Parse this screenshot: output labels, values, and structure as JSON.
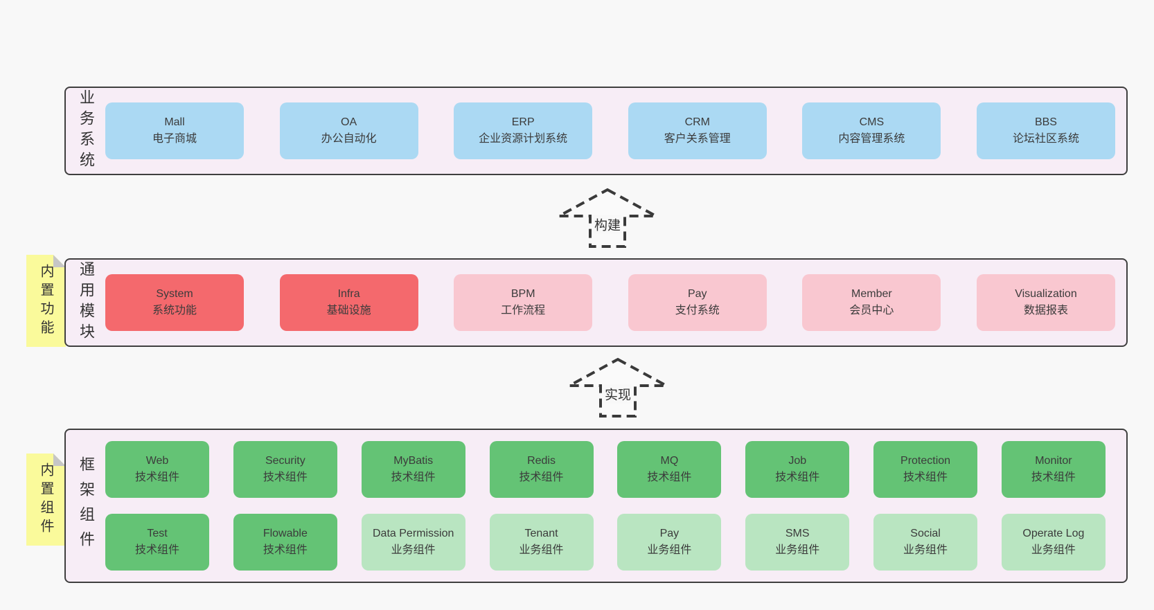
{
  "colors": {
    "page_bg": "#f8f8f8",
    "band_bg": "#f7edf6",
    "border": "#3f3f3f",
    "text": "#3b3b3b",
    "blue": "#abd9f3",
    "red": "#f4696d",
    "pink": "#f9c7d0",
    "green": "#64c375",
    "green_light": "#b9e5c1",
    "tag_yellow": "#fafa9b",
    "fold": "#c6c6c6"
  },
  "arrows": [
    {
      "label": "构建"
    },
    {
      "label": "实现"
    }
  ],
  "bands": [
    {
      "name": "business-systems",
      "label": "业务系统",
      "boxes": [
        {
          "title": "Mall",
          "subtitle": "电子商城",
          "variant": "blue"
        },
        {
          "title": "OA",
          "subtitle": "办公自动化",
          "variant": "blue"
        },
        {
          "title": "ERP",
          "subtitle": "企业资源计划系统",
          "variant": "blue"
        },
        {
          "title": "CRM",
          "subtitle": "客户关系管理",
          "variant": "blue"
        },
        {
          "title": "CMS",
          "subtitle": "内容管理系统",
          "variant": "blue"
        },
        {
          "title": "BBS",
          "subtitle": "论坛社区系统",
          "variant": "blue"
        }
      ]
    },
    {
      "name": "common-modules",
      "label": "通用模块",
      "tag": "内置功能",
      "boxes": [
        {
          "title": "System",
          "subtitle": "系统功能",
          "variant": "red"
        },
        {
          "title": "Infra",
          "subtitle": "基础设施",
          "variant": "red"
        },
        {
          "title": "BPM",
          "subtitle": "工作流程",
          "variant": "pink"
        },
        {
          "title": "Pay",
          "subtitle": "支付系统",
          "variant": "pink"
        },
        {
          "title": "Member",
          "subtitle": "会员中心",
          "variant": "pink"
        },
        {
          "title": "Visualization",
          "subtitle": "数据报表",
          "variant": "pink"
        }
      ]
    },
    {
      "name": "framework-components",
      "label": "框架组件",
      "tag": "内置组件",
      "rows": [
        [
          {
            "title": "Web",
            "subtitle": "技术组件",
            "variant": "green"
          },
          {
            "title": "Security",
            "subtitle": "技术组件",
            "variant": "green"
          },
          {
            "title": "MyBatis",
            "subtitle": "技术组件",
            "variant": "green"
          },
          {
            "title": "Redis",
            "subtitle": "技术组件",
            "variant": "green"
          },
          {
            "title": "MQ",
            "subtitle": "技术组件",
            "variant": "green"
          },
          {
            "title": "Job",
            "subtitle": "技术组件",
            "variant": "green"
          },
          {
            "title": "Protection",
            "subtitle": "技术组件",
            "variant": "green"
          },
          {
            "title": "Monitor",
            "subtitle": "技术组件",
            "variant": "green"
          }
        ],
        [
          {
            "title": "Test",
            "subtitle": "技术组件",
            "variant": "green"
          },
          {
            "title": "Flowable",
            "subtitle": "技术组件",
            "variant": "green"
          },
          {
            "title": "Data Permission",
            "subtitle": "业务组件",
            "variant": "green-light"
          },
          {
            "title": "Tenant",
            "subtitle": "业务组件",
            "variant": "green-light"
          },
          {
            "title": "Pay",
            "subtitle": "业务组件",
            "variant": "green-light"
          },
          {
            "title": "SMS",
            "subtitle": "业务组件",
            "variant": "green-light"
          },
          {
            "title": "Social",
            "subtitle": "业务组件",
            "variant": "green-light"
          },
          {
            "title": "Operate Log",
            "subtitle": "业务组件",
            "variant": "green-light"
          }
        ]
      ]
    }
  ]
}
